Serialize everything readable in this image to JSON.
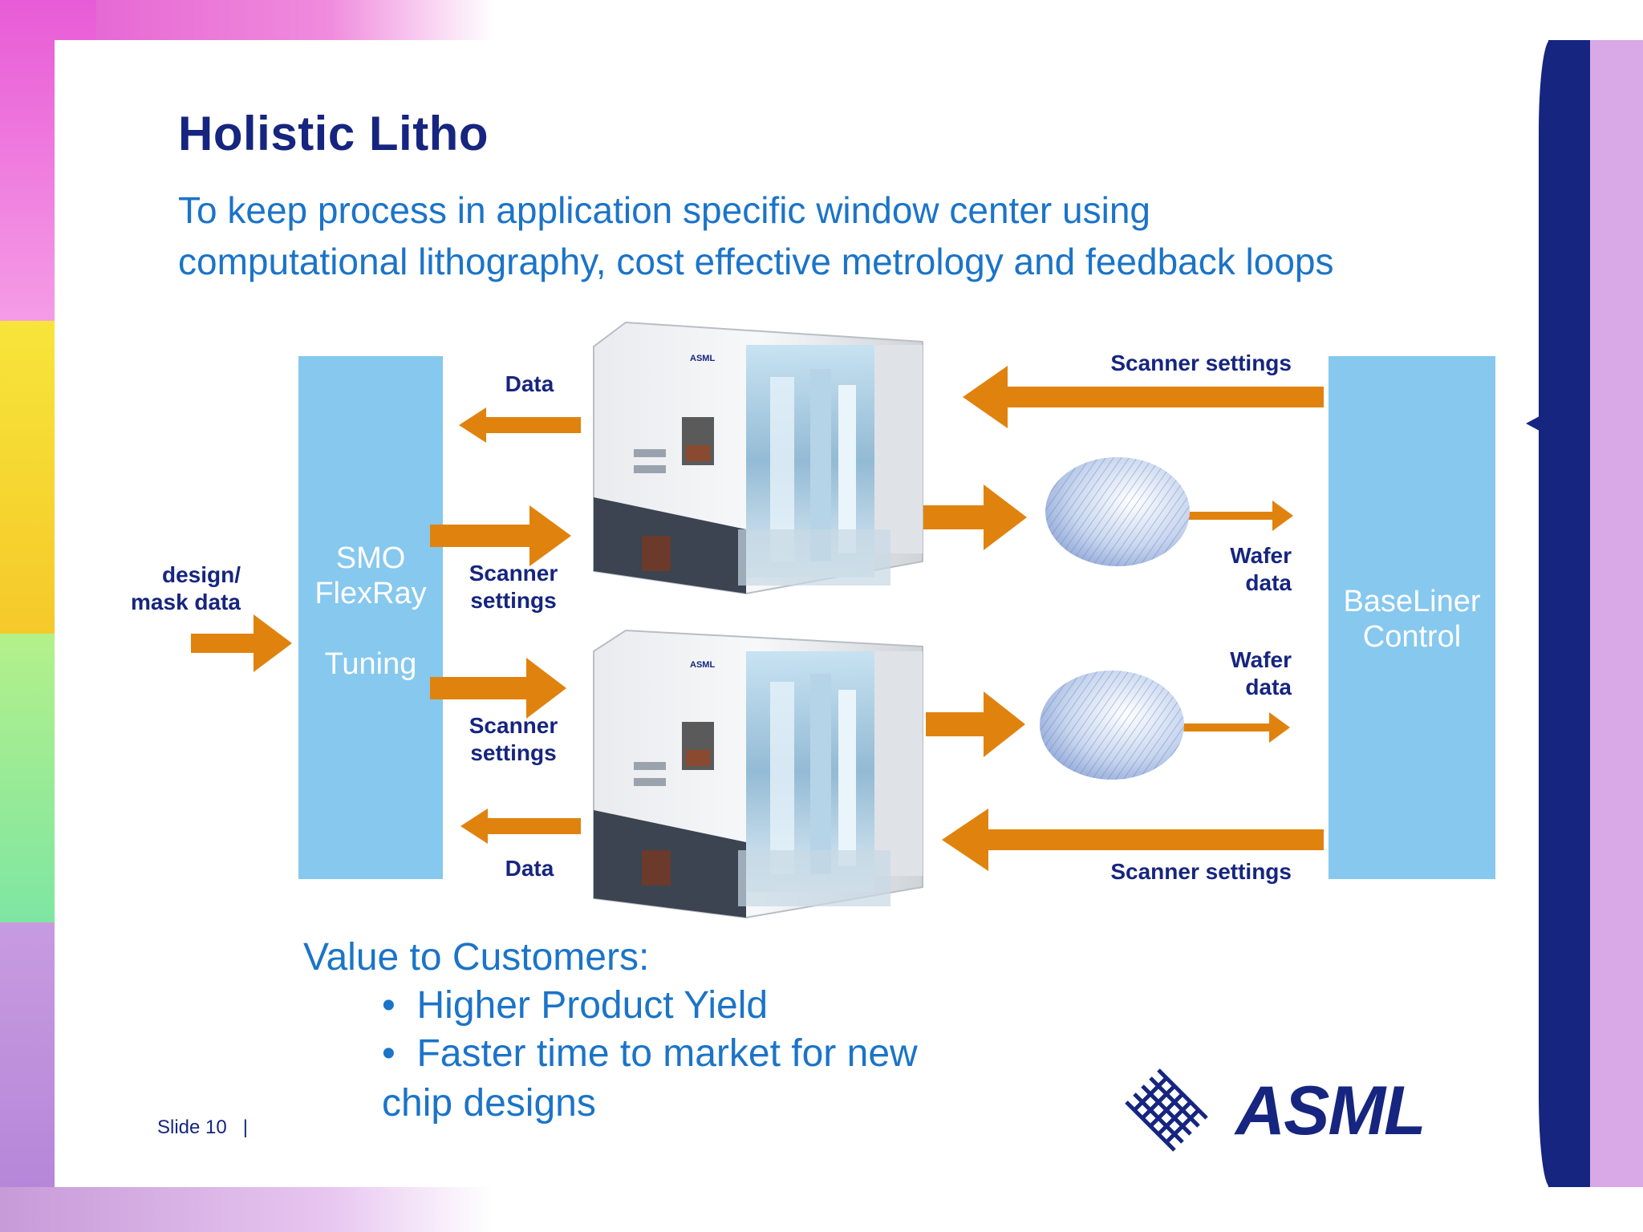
{
  "title": "Holistic Litho",
  "subtitle_line1": "To keep process in application specific window center using",
  "subtitle_line2": "computational lithography, cost effective metrology and feedback loops",
  "left_box": {
    "line1": "SMO",
    "line2": "FlexRay",
    "line3": "Tuning"
  },
  "right_box": {
    "line1": "BaseLiner",
    "line2": "Control"
  },
  "input_label": {
    "line1": "design/",
    "line2": "mask data"
  },
  "labels": {
    "data_top": "Data",
    "data_bottom": "Data",
    "scanner_settings_top_right": "Scanner settings",
    "scanner_settings_bottom_right": "Scanner settings",
    "scanner_settings_1a": "Scanner",
    "scanner_settings_1b": "settings",
    "scanner_settings_2a": "Scanner",
    "scanner_settings_2b": "settings",
    "wafer_data_1a": "Wafer",
    "wafer_data_1b": "data",
    "wafer_data_2a": "Wafer",
    "wafer_data_2b": "data"
  },
  "scanner_brand": "ASML",
  "value_heading": "Value to Customers:",
  "bullets": [
    "Higher Product Yield",
    "Faster time to market for new"
  ],
  "bullet_continuation": "chip designs",
  "footer": "Slide 10   |",
  "logo": "ASML",
  "colors": {
    "navy": "#16257f",
    "blue_text": "#1b74c8",
    "box_blue": "#86c8ee",
    "arrow_orange": "#e0830e"
  }
}
